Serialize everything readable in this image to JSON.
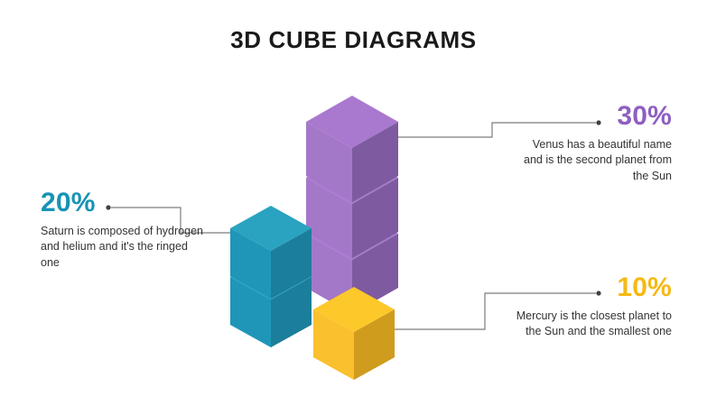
{
  "slide": {
    "title": "3D CUBE DIAGRAMS",
    "background_color": "#ffffff"
  },
  "callouts": [
    {
      "id": "venus",
      "percent": "30%",
      "description": "Venus has a beautiful name and is the second planet from the Sun",
      "color": "#8e5fc0",
      "align": "right",
      "cube_group": "purple"
    },
    {
      "id": "saturn",
      "percent": "20%",
      "description": "Saturn is composed of hydrogen and helium and it's the ringed one",
      "color": "#1793b5",
      "align": "left",
      "cube_group": "teal"
    },
    {
      "id": "mercury",
      "percent": "10%",
      "description": "Mercury is the closest planet to the Sun and the smallest one",
      "color": "#f6b914",
      "align": "right",
      "cube_group": "yellow"
    }
  ],
  "cube_groups": [
    {
      "id": "purple",
      "count": 3,
      "colors": {
        "top": "#a978cf",
        "left": "#a478c9",
        "right": "#7e5ba0"
      }
    },
    {
      "id": "teal",
      "count": 2,
      "colors": {
        "top": "#2aa3c0",
        "left": "#1f96b8",
        "right": "#1b7e9b"
      }
    },
    {
      "id": "yellow",
      "count": 1,
      "colors": {
        "top": "#fdc82a",
        "left": "#fbc02d",
        "right": "#cf9c1e"
      }
    }
  ],
  "chart_data": {
    "type": "bar",
    "title": "3D Cube Diagrams",
    "categories": [
      "Venus",
      "Saturn",
      "Mercury"
    ],
    "values": [
      30,
      20,
      10
    ],
    "value_labels": [
      "30%",
      "20%",
      "10%"
    ],
    "cube_counts": [
      3,
      2,
      1
    ],
    "colors": [
      "#8e5fc0",
      "#1793b5",
      "#f6b914"
    ],
    "xlabel": "",
    "ylabel": "",
    "legend": "none"
  }
}
